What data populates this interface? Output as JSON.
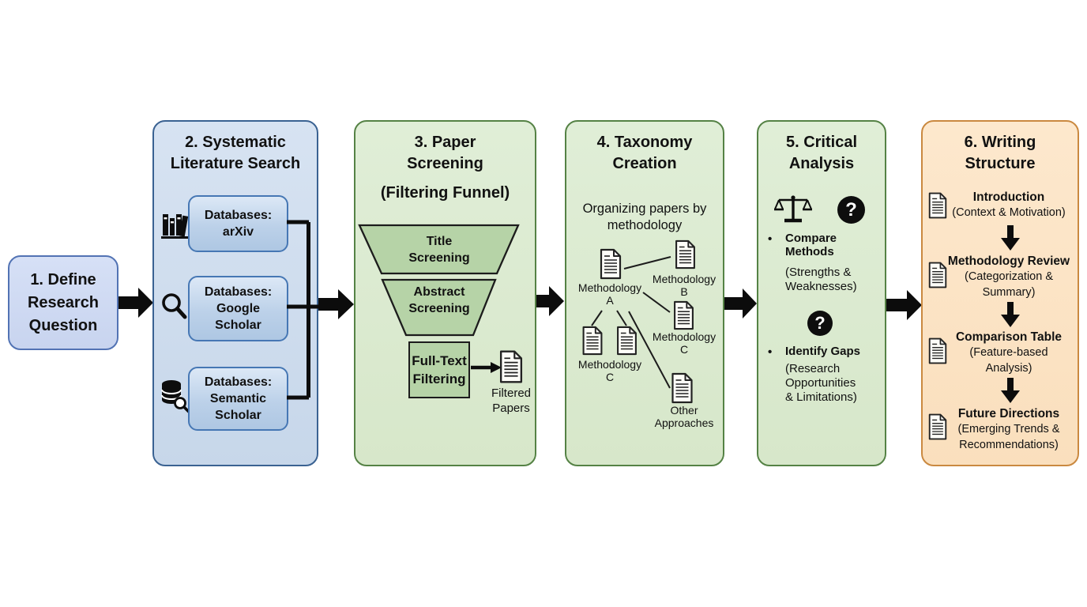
{
  "stage1": {
    "lines": [
      "1. Define",
      "Research",
      "Question"
    ]
  },
  "stage2": {
    "title": [
      "2. Systematic",
      "Literature Search"
    ],
    "databases": [
      {
        "icon": "books-icon",
        "lines": [
          "Databases:",
          "arXiv",
          ""
        ]
      },
      {
        "icon": "search-icon",
        "lines": [
          "Databases:",
          "Google",
          "Scholar"
        ]
      },
      {
        "icon": "database-search-icon",
        "lines": [
          "Databases:",
          "Semantic",
          "Scholar"
        ]
      }
    ]
  },
  "stage3": {
    "title": [
      "3. Paper",
      "Screening"
    ],
    "subtitle": "(Filtering Funnel)",
    "funnel_steps": [
      [
        "Title",
        "Screening"
      ],
      [
        "Abstract",
        "Screening"
      ],
      [
        "Full-Text",
        "Filtering"
      ]
    ],
    "output_label": [
      "Filtered",
      "Papers"
    ]
  },
  "stage4": {
    "title": [
      "4. Taxonomy",
      "Creation"
    ],
    "subtitle": [
      "Organizing papers by",
      "methodology"
    ],
    "nodes": [
      [
        "Methodology",
        "A"
      ],
      [
        "Methodology",
        "B"
      ],
      [
        "Methodology",
        "C"
      ],
      [
        "Methodology",
        "C"
      ],
      [
        "Other",
        "Approaches"
      ]
    ]
  },
  "stage5": {
    "title": [
      "5. Critical",
      "Analysis"
    ],
    "bullets": [
      {
        "lines": [
          "Compare",
          "Methods",
          "(Strengths &",
          "Weaknesses)"
        ]
      },
      {
        "lines": [
          "Identify Gaps",
          "(Research",
          "Opportunities",
          "& Limitations)"
        ]
      }
    ]
  },
  "stage6": {
    "title": [
      "6. Writing",
      "Structure"
    ],
    "items": [
      {
        "heading": "Introduction",
        "sub": [
          "(Context & Motivation)",
          ""
        ]
      },
      {
        "heading": "Methodology Review",
        "sub": [
          "(Categorization &",
          "Summary)"
        ]
      },
      {
        "heading": "Comparison Table",
        "sub": [
          "(Feature-based",
          "Analysis)"
        ]
      },
      {
        "heading": "Future Directions",
        "sub": [
          "(Emerging Trends &",
          "Recommendations)"
        ]
      }
    ]
  },
  "icons": {
    "bullet": "•",
    "question_mark": "?"
  },
  "colors": {
    "blue_fill": "#cdd9ee",
    "blue_border": "#3a6292",
    "sub_box_fill": "#b9cfe8",
    "sub_box_border": "#4677b4",
    "green_fill": "#dcead1",
    "green_border": "#558245",
    "funnel_fill": "#b6d3a7",
    "orange_fill": "#fce3c4",
    "orange_border": "#ca8940",
    "arrow": "#0c0c0c",
    "text": "#111111"
  }
}
